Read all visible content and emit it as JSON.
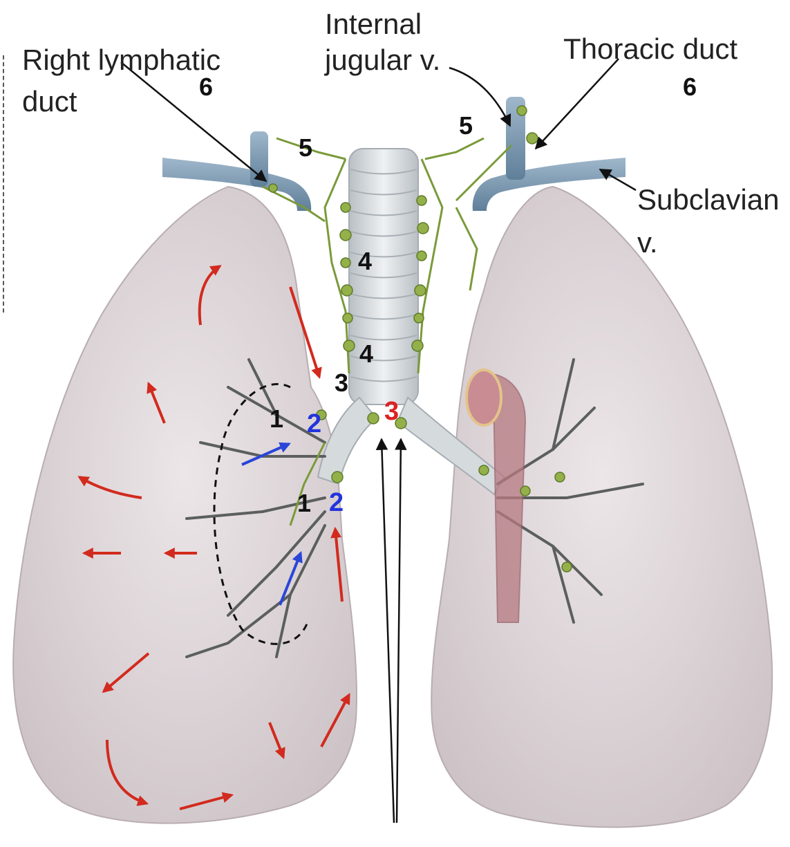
{
  "labels": {
    "internal_jugular_line1": "Internal",
    "internal_jugular_line2": "jugular v.",
    "right_lymphatic_line1": "Right lymphatic",
    "right_lymphatic_line2": "duct",
    "thoracic_duct": "Thoracic duct",
    "subclavian_line1": "Subclavian",
    "subclavian_line2": "v."
  },
  "numbers": {
    "right_lymphatic_6": "6",
    "thoracic_6": "6",
    "left_5": "5",
    "right_5": "5",
    "upper_4": "4",
    "lower_4": "4",
    "black_3": "3",
    "red_3": "3",
    "upper_1": "1",
    "upper_2": "2",
    "lower_1": "1",
    "lower_2": "2"
  },
  "colors": {
    "lung_fill": "#e6dfe2",
    "lung_shade": "#cfc6ca",
    "trachea": "#dfe3e6",
    "vein": "#7f9db5",
    "lymph_green": "#7a9a3a",
    "aorta": "#b77a82",
    "red_arrow": "#d22a1e",
    "blue_arrow": "#2a45d8"
  }
}
